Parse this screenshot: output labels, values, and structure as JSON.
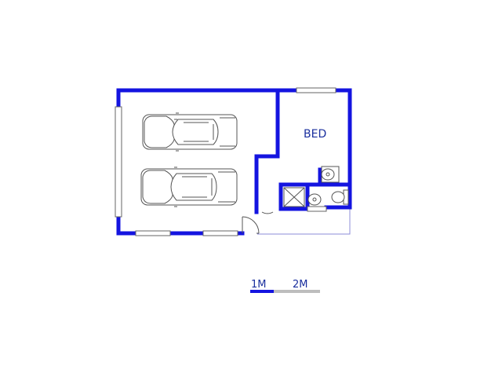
{
  "rooms": [
    {
      "label": "BED"
    }
  ],
  "scale_bar": {
    "labels": [
      "1M",
      "2M"
    ]
  },
  "colors": {
    "wall": "#1414e0",
    "label": "#1a2f9e",
    "fixture": "#555555",
    "window": "#666666",
    "outline": "#8c8cd8",
    "scale_gray": "#bdbdbd"
  },
  "symbols": [
    "car-icon",
    "car-icon",
    "shower-icon",
    "basin-icon",
    "toilet-icon",
    "door-swing-icon"
  ]
}
